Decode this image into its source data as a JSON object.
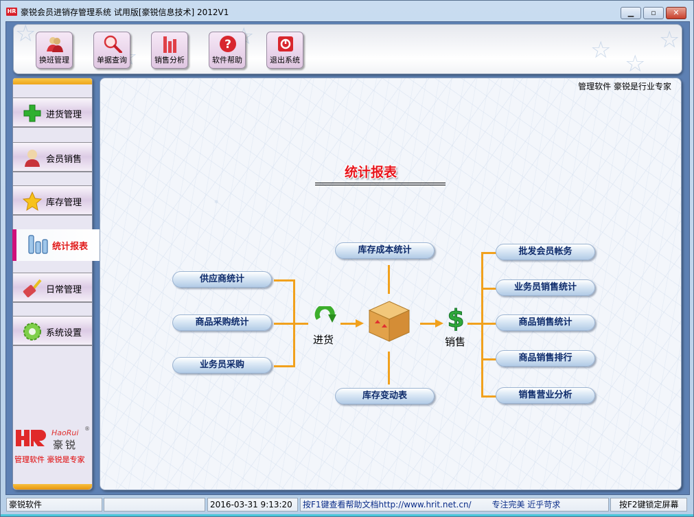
{
  "window": {
    "title": "豪锐会员进销存管理系统 试用版[豪锐信息技术] 2012V1",
    "app_icon_text": "HR",
    "controls": {
      "minimize_icon": "minimize-icon",
      "maximize_icon": "maximize-icon",
      "close_icon": "close-icon"
    }
  },
  "toolbar": {
    "buttons": [
      {
        "label": "换班管理",
        "icon": "users-icon"
      },
      {
        "label": "单据查询",
        "icon": "magnifier-icon"
      },
      {
        "label": "销售分析",
        "icon": "bar-chart-icon"
      },
      {
        "label": "软件帮助",
        "icon": "help-icon"
      },
      {
        "label": "退出系统",
        "icon": "power-icon"
      }
    ]
  },
  "sidebar": {
    "items": [
      {
        "label": "进货管理",
        "icon": "plus-icon"
      },
      {
        "label": "会员销售",
        "icon": "user-icon"
      },
      {
        "label": "库存管理",
        "icon": "star-icon"
      },
      {
        "label": "统计报表",
        "icon": "bar-chart-icon",
        "active": true
      },
      {
        "label": "日常管理",
        "icon": "brush-icon"
      },
      {
        "label": "系统设置",
        "icon": "gear-icon"
      }
    ],
    "logo": {
      "mark": "HR",
      "english": "HaoRui",
      "registered": "®",
      "chinese": "豪锐"
    },
    "slogan": "管理软件  豪锐是专家"
  },
  "content": {
    "top_right_slogan": "管理软件  豪锐是行业专家",
    "section_title": "统计报表",
    "purchase_reports": [
      {
        "label": "供应商统计"
      },
      {
        "label": "商品采购统计"
      },
      {
        "label": "业务员采购"
      }
    ],
    "inventory_reports": {
      "top": {
        "label": "库存成本统计"
      },
      "bottom": {
        "label": "库存变动表"
      }
    },
    "sales_reports": [
      {
        "label": "批发会员帐务"
      },
      {
        "label": "业务员销售统计"
      },
      {
        "label": "商品销售统计"
      },
      {
        "label": "商品销售排行"
      },
      {
        "label": "销售营业分析"
      }
    ],
    "flow": {
      "purchase_label": "进货",
      "sales_label": "销售",
      "purchase_icon": "green-arrow-icon",
      "inventory_icon": "box-icon",
      "sales_icon": "dollar-icon"
    },
    "line_color": "#f1a11d"
  },
  "statusbar": {
    "company": "豪锐软件",
    "blank": "",
    "datetime": "2016-03-31 9:13:20",
    "help_text": "按F1键查看帮助文档http://www.hrit.net.cn/",
    "motto": "专注完美 近乎苛求",
    "lock_hint": "按F2键锁定屏幕"
  }
}
